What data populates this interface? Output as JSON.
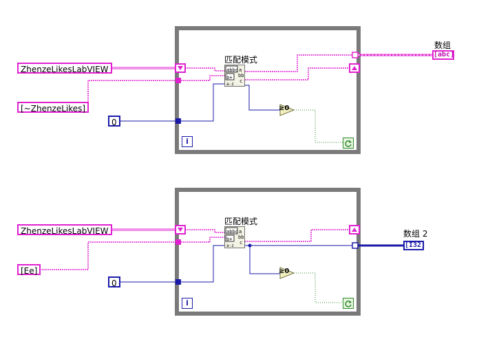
{
  "loops": [
    {
      "subvi_label": "匹配模式",
      "string_constant": "ZhenzeLikesLabVIEW",
      "regex_constant": "[~ZhenzeLikes]",
      "offset_constant": "0",
      "iteration_label": "i",
      "indicator_label": "数组",
      "indicator_terminal": "[abc]",
      "compare_label": "≥0"
    },
    {
      "subvi_label": "匹配模式",
      "string_constant": "ZhenzeLikesLabVIEW",
      "regex_constant": "[Ee]",
      "offset_constant": "0",
      "iteration_label": "i",
      "indicator_label": "数组 2",
      "indicator_terminal": "[I32]",
      "compare_label": "≥0"
    }
  ],
  "colors": {
    "string_wire": "#e020d0",
    "numeric_wire": "#1a1aaa",
    "boolean_wire": "#2a8a2a",
    "loop_border": "#7a7a7a"
  },
  "icons": [
    "while-loop-frame",
    "shift-register-icon",
    "match-pattern-icon",
    "greater-or-equal-zero-icon",
    "loop-condition-icon",
    "iteration-terminal-icon"
  ]
}
